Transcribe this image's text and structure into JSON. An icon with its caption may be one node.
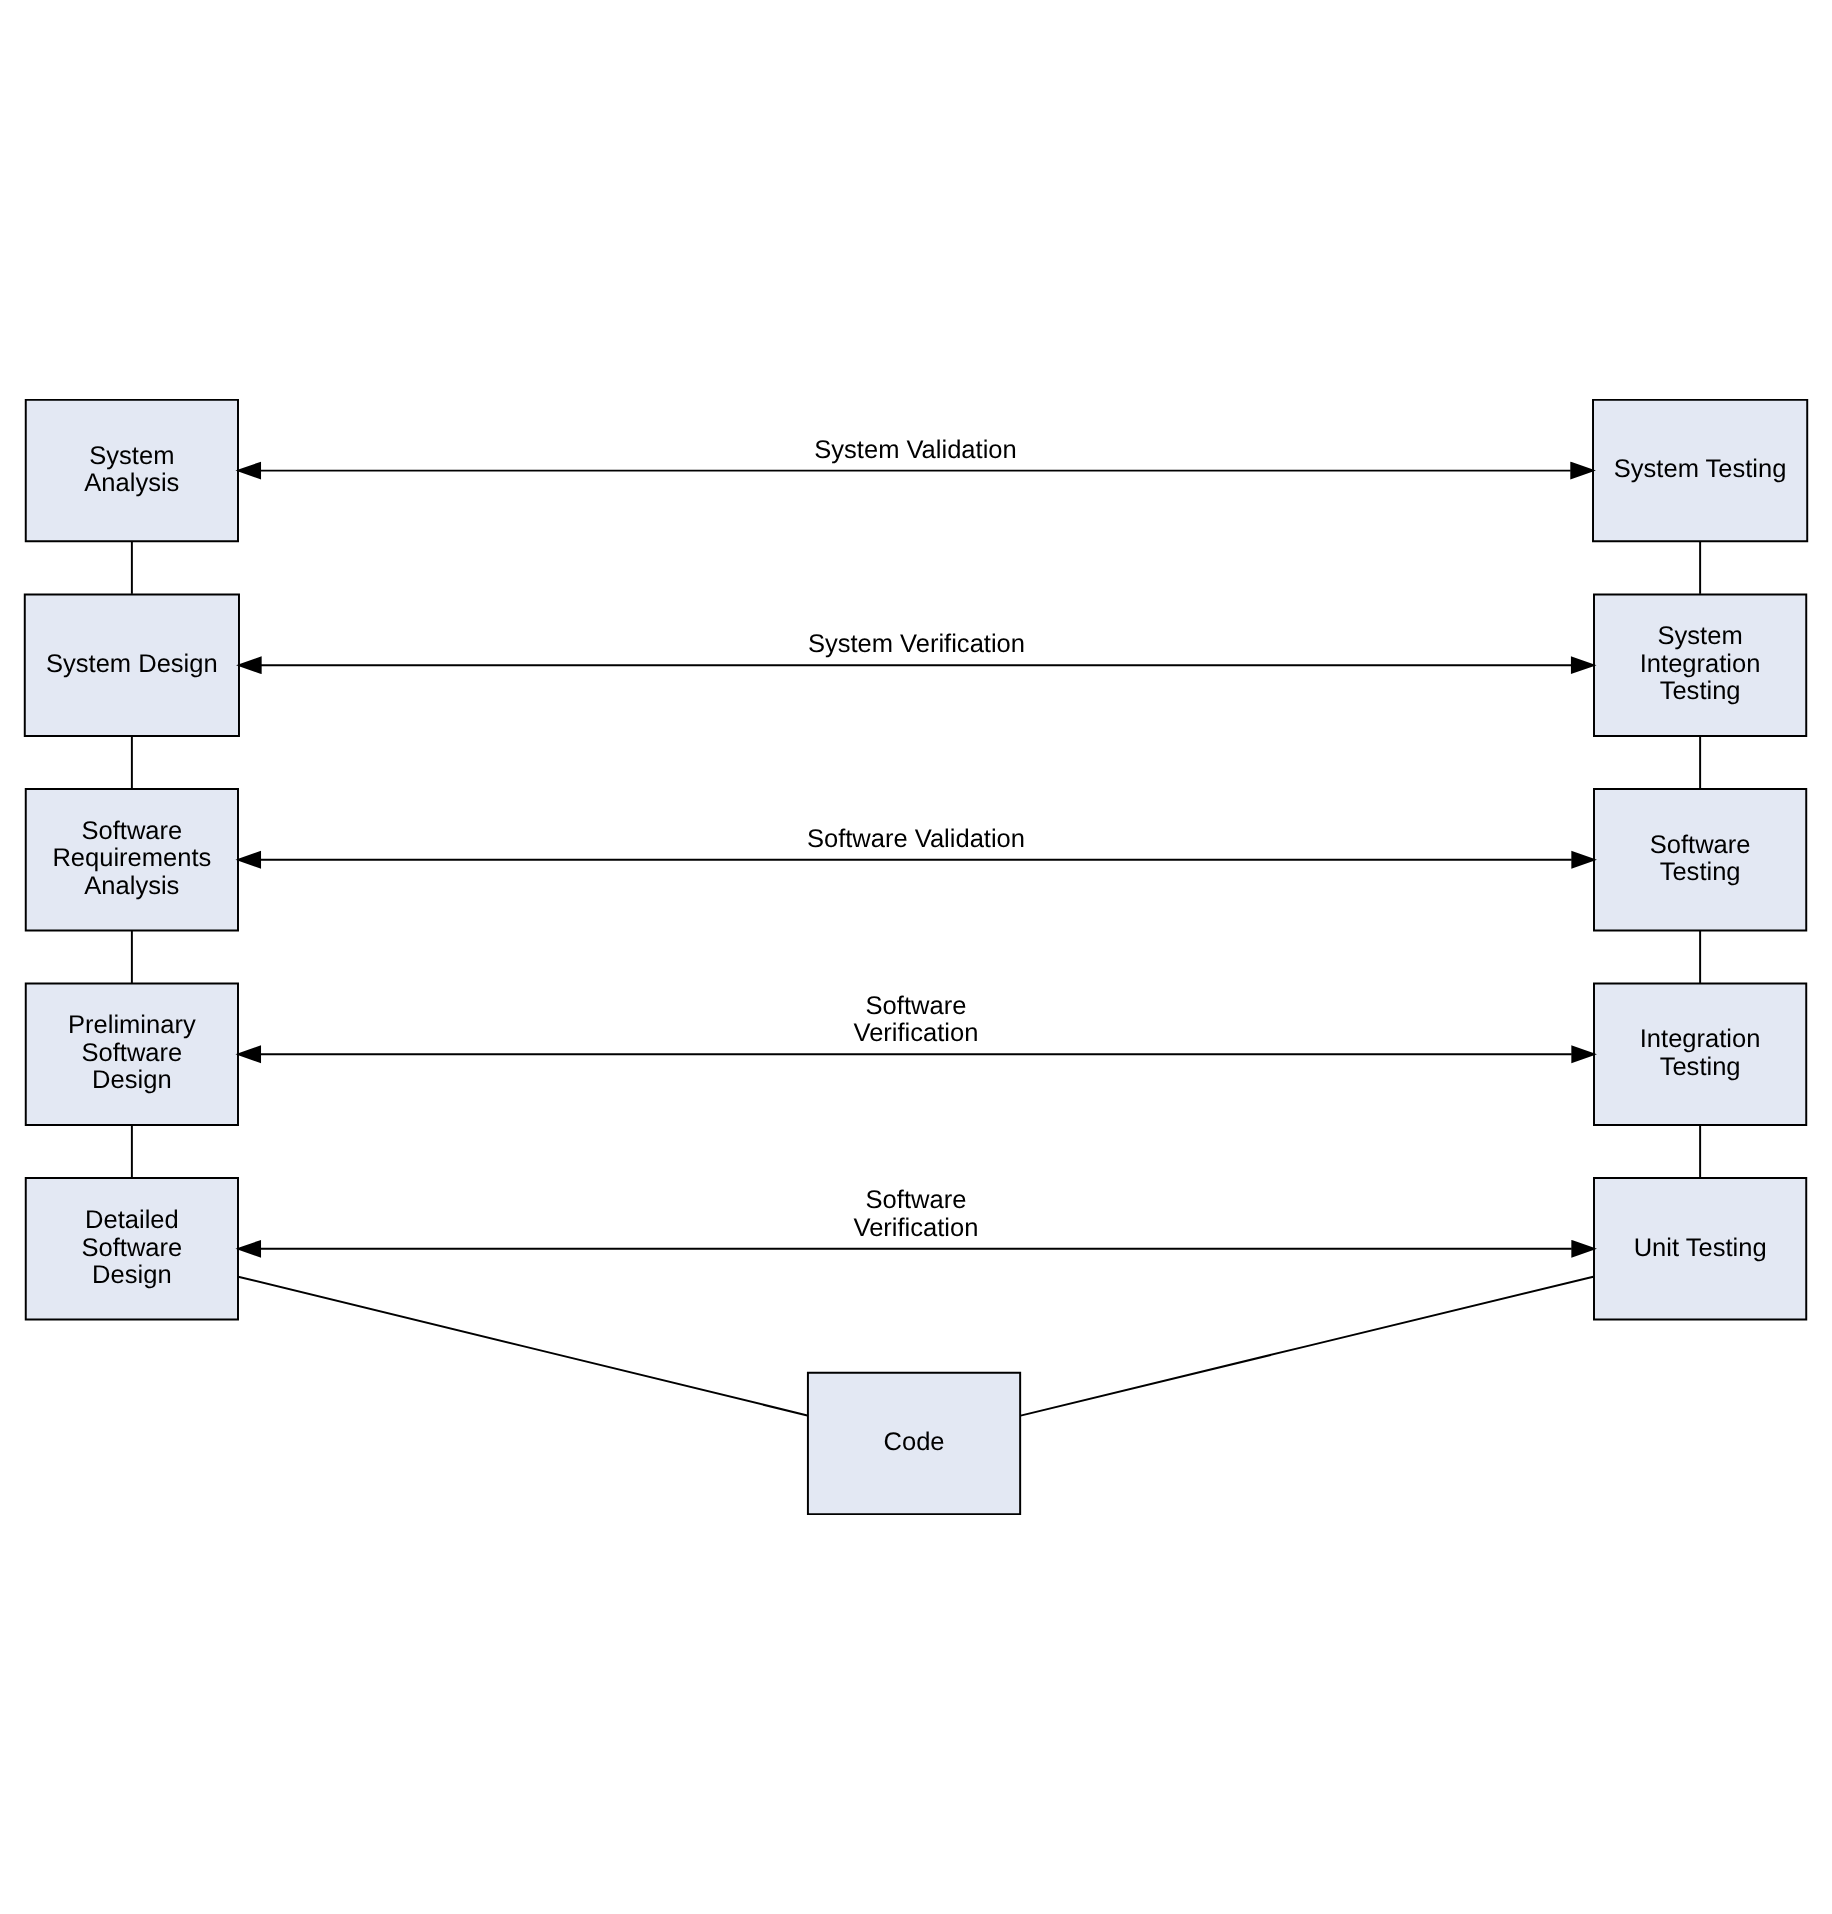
{
  "diagram": {
    "nodes": [
      {
        "text": [
          "System Analysis"
        ]
      },
      {
        "text": [
          "System Testing"
        ]
      },
      {
        "text": [
          "System Design"
        ]
      },
      {
        "text": [
          "System Integration Testing"
        ]
      },
      {
        "text": [
          "Software Requirements Analysis"
        ]
      },
      {
        "text": [
          "Software Testing"
        ]
      },
      {
        "text": [
          "Preliminary Software Design"
        ]
      },
      {
        "text": [
          "Integration Testing"
        ]
      },
      {
        "text": [
          "Detailed Software Design"
        ]
      },
      {
        "text": [
          "Unit Testing"
        ]
      },
      {
        "text": [
          "Code"
        ]
      }
    ],
    "edges": [
      {
        "from": 0,
        "to": 1,
        "arrow": "both",
        "label": "System Validation"
      },
      {
        "from": 0,
        "to": 2,
        "arrow": "none"
      },
      {
        "from": 1,
        "to": 3,
        "arrow": "none"
      },
      {
        "from": 2,
        "to": 3,
        "arrow": "both",
        "label": "System Verification"
      },
      {
        "from": 2,
        "to": 4,
        "arrow": "none"
      },
      {
        "from": 3,
        "to": 5,
        "arrow": "none"
      },
      {
        "from": 4,
        "to": 5,
        "arrow": "both",
        "label": "Software Validation"
      },
      {
        "from": 4,
        "to": 6,
        "arrow": "none"
      },
      {
        "from": 5,
        "to": 7,
        "arrow": "none"
      },
      {
        "from": 6,
        "to": 7,
        "arrow": "both",
        "label": "Software Verification"
      },
      {
        "from": 6,
        "to": 8,
        "arrow": "none"
      },
      {
        "from": 7,
        "to": 9,
        "arrow": "none"
      },
      {
        "from": 8,
        "to": 9,
        "arrow": "both",
        "label": "Software Verification"
      },
      {
        "from": 8,
        "to": 10,
        "arrow": "none"
      },
      {
        "from": 9,
        "to": 10,
        "arrow": "none"
      }
    ]
  }
}
